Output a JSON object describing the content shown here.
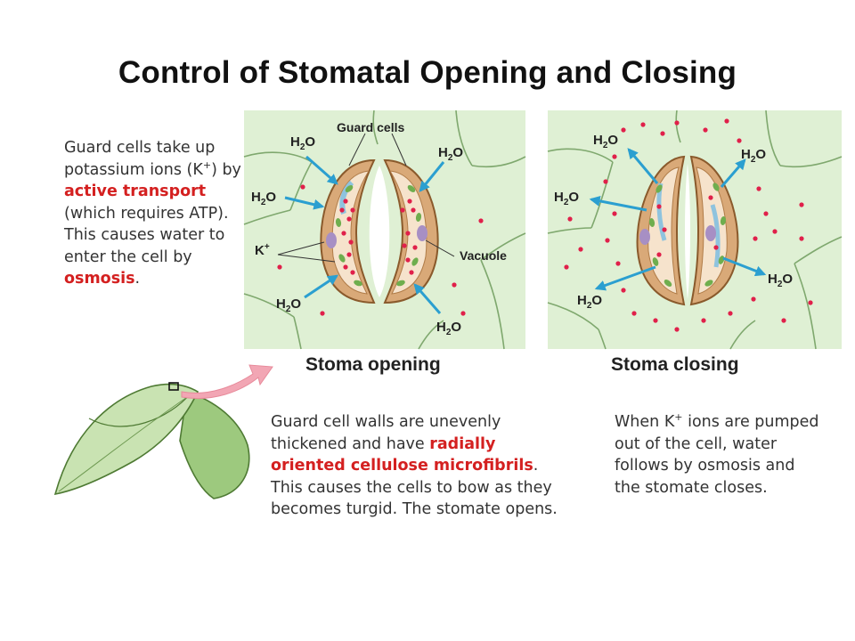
{
  "title": "Control of Stomatal Opening and Closing",
  "left_text": {
    "line1": "Guard cells take up potassium ions (K",
    "k_sup": "+",
    "line2": ") by ",
    "hl1": "active transport",
    "line3": " (which requires ATP).  This causes water to enter the cell by ",
    "hl2": "osmosis",
    "line4": "."
  },
  "middle_text": {
    "part1": "Guard cell walls are unevenly thickened and have ",
    "hl": "radially oriented cellulose microfibrils",
    "part2": ".  This causes the cells to bow as they  becomes turgid.  The stomate opens."
  },
  "right_text": {
    "part1": "When K",
    "k_sup": "+",
    "part2": " ions are pumped out of the cell, water follows by osmosis and the stomate closes."
  },
  "diagram": {
    "label_guard_cells": "Guard cells",
    "label_vacuole": "Vacuole",
    "label_h": "H",
    "label_sub2": "2",
    "label_o": "O",
    "label_k": "K",
    "label_k_plus": "+",
    "caption_opening": "Stoma opening",
    "caption_closing": "Stoma closing"
  },
  "colors": {
    "panel_bg": "#dff0d4",
    "cell_line": "#7fa86e",
    "guard_wall": "#d9a978",
    "ion": "#e0204a",
    "arrow": "#2b9fd0",
    "chloroplast": "#6fae4e",
    "vacuole": "#cfe8f2",
    "nucleus": "#a78fc4",
    "highlight_text": "#d42020"
  }
}
